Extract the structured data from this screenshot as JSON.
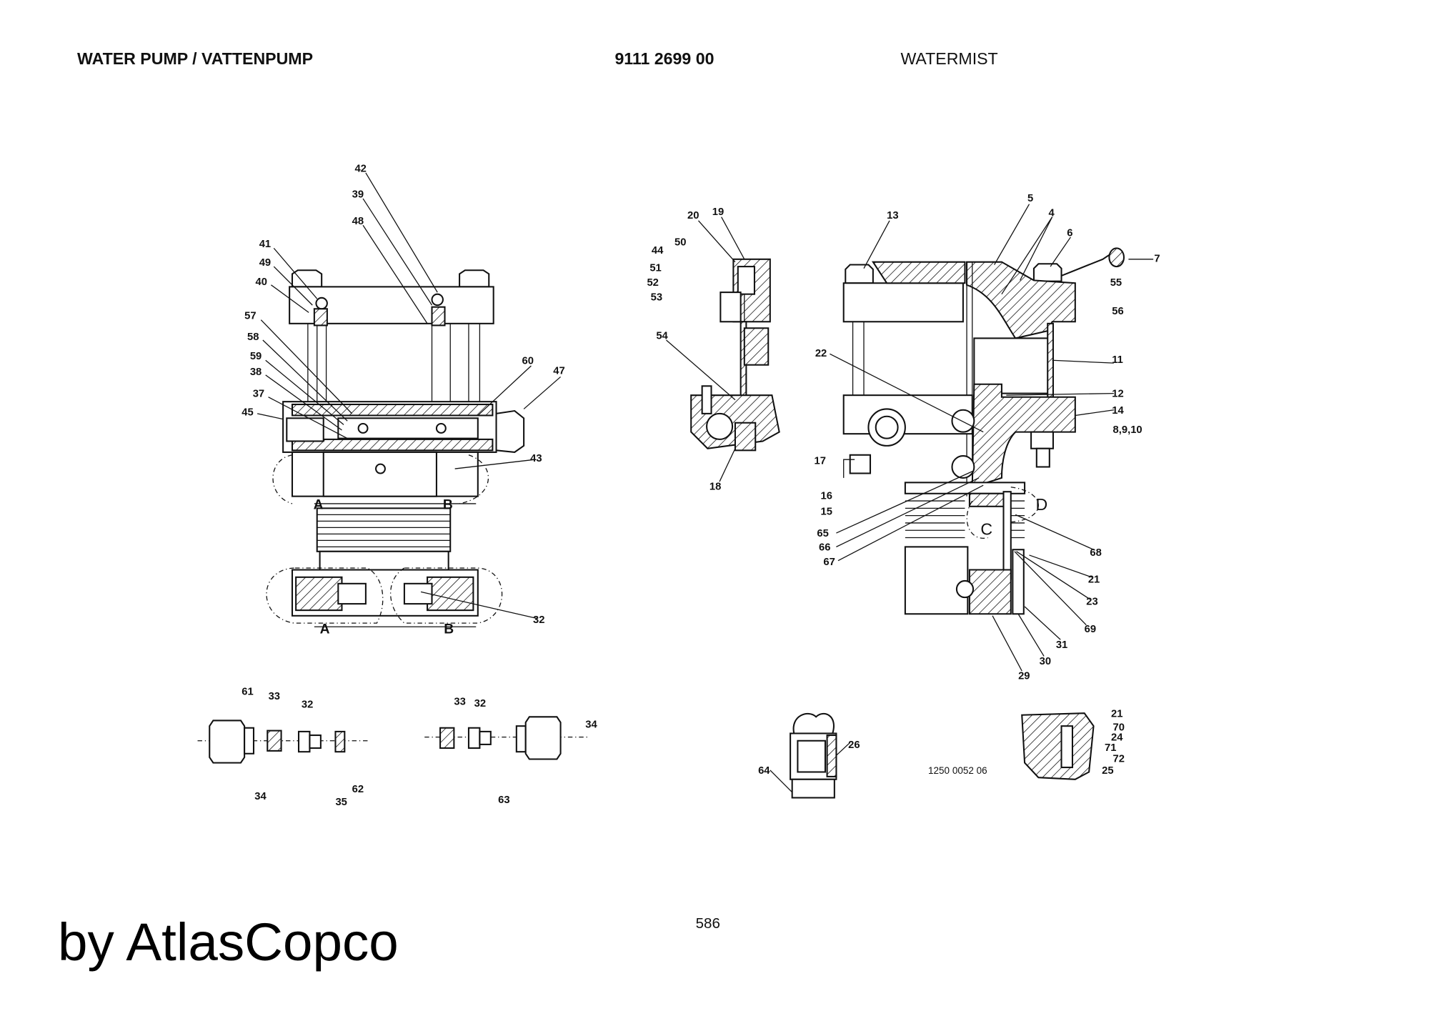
{
  "header": {
    "title": "WATER PUMP / VATTENPUMP",
    "part_number": "9111 2699 00",
    "category": "WATERMIST"
  },
  "drawing_ref": "1250 0052 06",
  "page_number": "586",
  "brand": "by AtlasCopco",
  "callouts": {
    "left_assembly": [
      "42",
      "39",
      "48",
      "41",
      "49",
      "40",
      "57",
      "58",
      "59",
      "38",
      "37",
      "45",
      "60",
      "47",
      "43",
      "A",
      "B",
      "32",
      "A",
      "B"
    ],
    "left_parts": [
      "61",
      "33",
      "32",
      "34",
      "35",
      "62",
      "33",
      "32",
      "34",
      "63"
    ],
    "valve": [
      "20",
      "19",
      "50",
      "44",
      "51",
      "52",
      "53",
      "54",
      "18"
    ],
    "right_assembly": [
      "13",
      "5",
      "4",
      "6",
      "7",
      "55",
      "56",
      "11",
      "22",
      "12",
      "14",
      "8,9,10",
      "17",
      "16",
      "15",
      "65",
      "66",
      "67",
      "D",
      "C",
      "68",
      "21",
      "23",
      "69",
      "31",
      "30",
      "29"
    ],
    "bottom_parts": [
      "26",
      "64"
    ],
    "detail": [
      "21",
      "70",
      "24",
      "71",
      "72",
      "25"
    ]
  }
}
